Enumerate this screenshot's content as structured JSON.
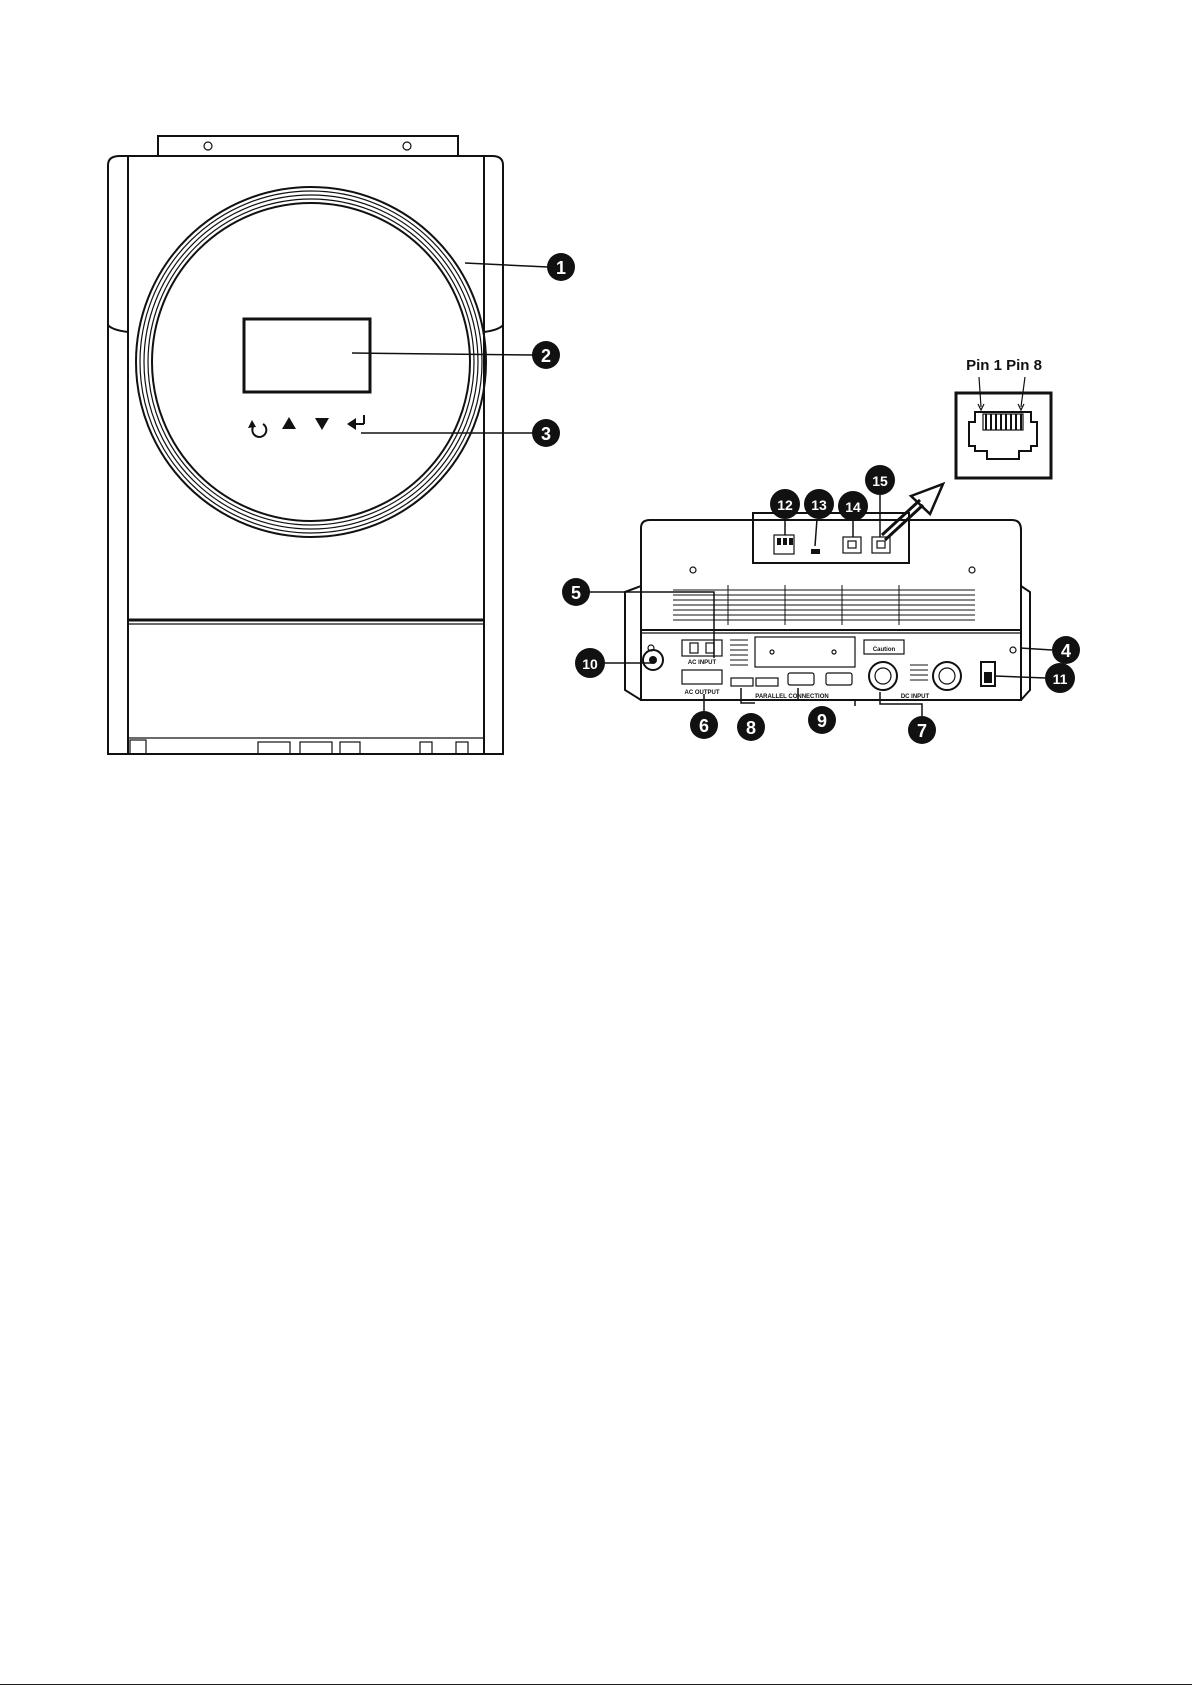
{
  "callouts": {
    "c1": "1",
    "c2": "2",
    "c3": "3",
    "c4": "4",
    "c5": "5",
    "c6": "6",
    "c7": "7",
    "c8": "8",
    "c9": "9",
    "c10": "10",
    "c11": "11",
    "c12": "12",
    "c13": "13",
    "c14": "14",
    "c15": "15"
  },
  "rj45": {
    "pin1": "Pin 1",
    "pin8": "Pin 8"
  },
  "rear_panel": {
    "caution": "Caution",
    "ac_input": "AC INPUT",
    "ac_output": "AC OUTPUT",
    "parallel": "PARALLEL CONNECTION",
    "dc_input": "DC INPUT"
  }
}
